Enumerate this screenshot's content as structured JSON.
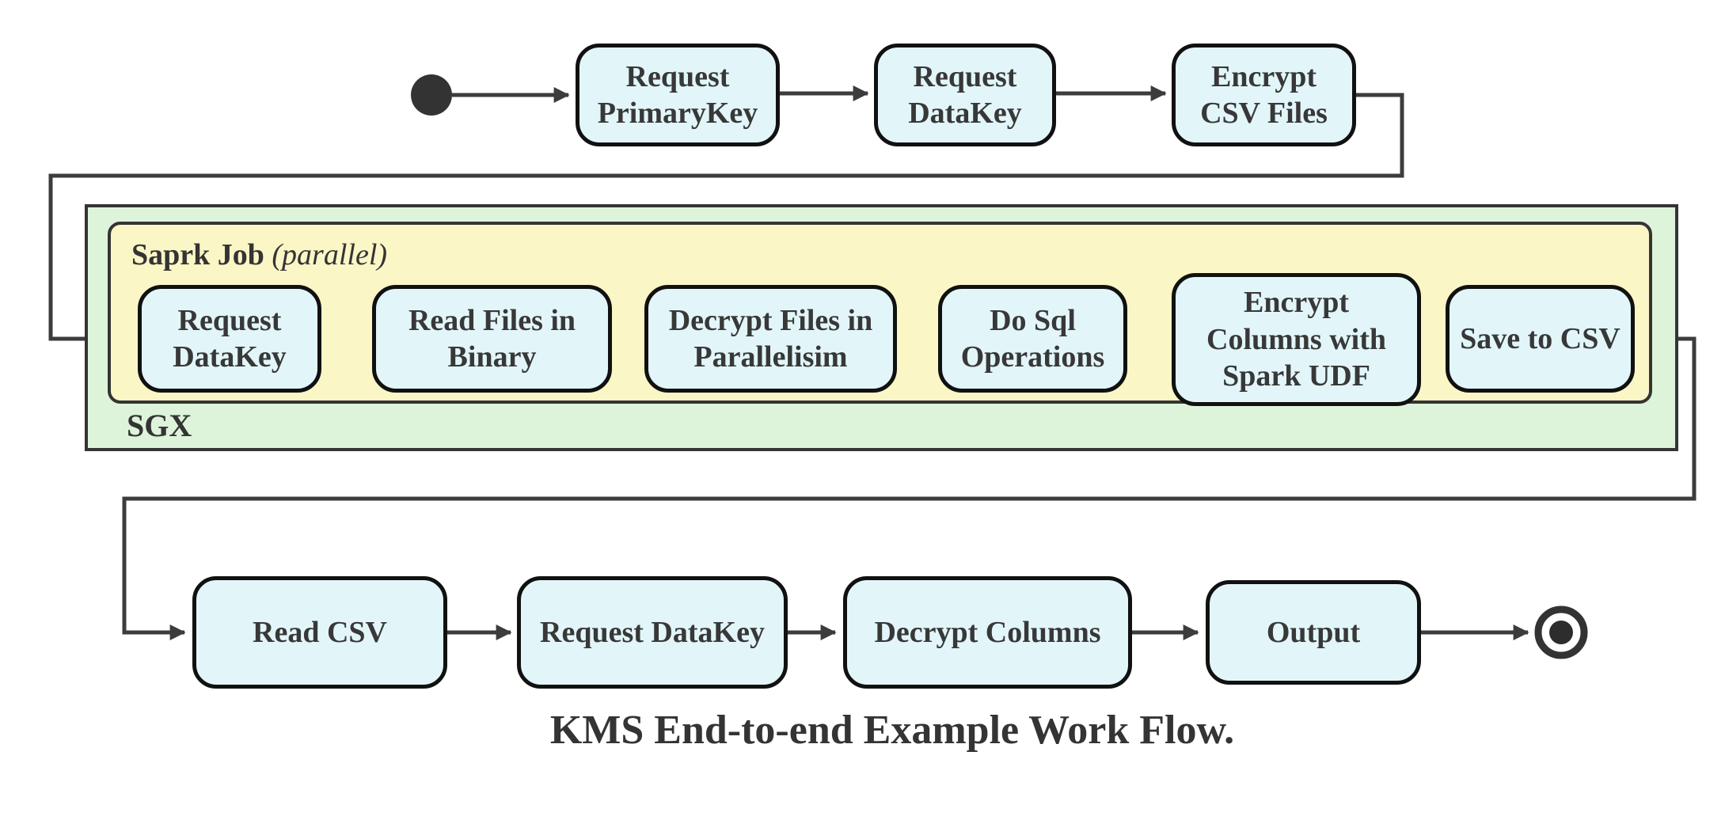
{
  "diagram": {
    "type": "activity-flowchart",
    "caption": "KMS End-to-end Example Work Flow.",
    "colors": {
      "node_fill": "#e2f6fa",
      "node_border": "#111111",
      "spark_partition_fill": "#fbf6c5",
      "sgx_partition_fill": "#ddf4da",
      "partition_border": "#343434",
      "connector": "#3c3c3c",
      "text": "#383838",
      "background": "#ffffff"
    },
    "partitions": {
      "sgx": {
        "label": "SGX"
      },
      "spark": {
        "label": "Saprk Job",
        "qualifier": "(parallel)"
      }
    },
    "nodes": {
      "top": [
        {
          "label": "Request\nPrimaryKey"
        },
        {
          "label": "Request\nDataKey"
        },
        {
          "label": "Encrypt\nCSV Files"
        }
      ],
      "spark": [
        {
          "label": "Request\nDataKey"
        },
        {
          "label": "Read Files in\nBinary"
        },
        {
          "label": "Decrypt Files in\nParallelisim"
        },
        {
          "label": "Do Sql\nOperations"
        },
        {
          "label": "Encrypt\nColumns with\nSpark UDF"
        },
        {
          "label": "Save to CSV"
        }
      ],
      "bottom": [
        {
          "label": "Read CSV"
        },
        {
          "label": "Request DataKey"
        },
        {
          "label": "Decrypt Columns"
        },
        {
          "label": "Output"
        }
      ]
    },
    "markers": {
      "start": "filled-circle-start-state",
      "end": "ringed-circle-end-state"
    }
  }
}
